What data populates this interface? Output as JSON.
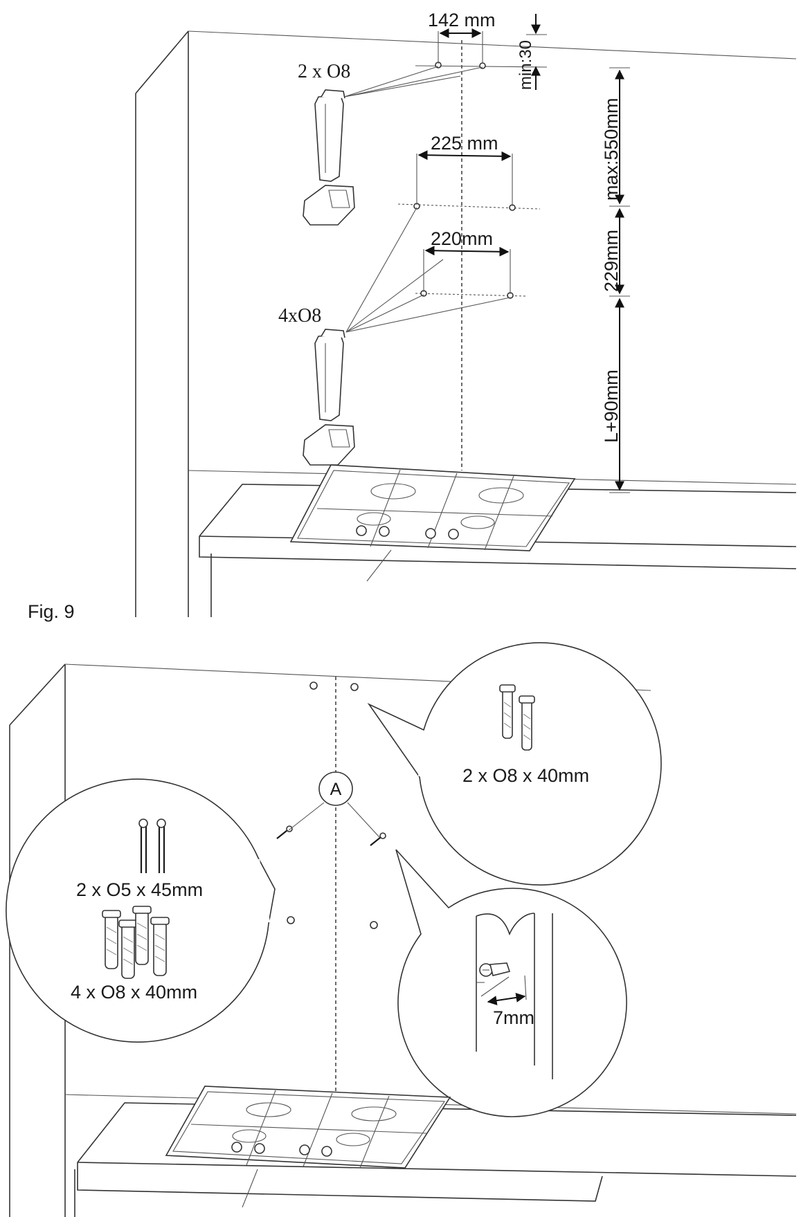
{
  "figure_label": "Fig. 9",
  "top": {
    "dim_142": "142 mm",
    "dim_min30": "min:30",
    "holes_2": "2 x O8",
    "dim_225": "225 mm",
    "dim_max550": "max:550mm",
    "dim_220": "220mm",
    "dim_229": "229mm",
    "holes_4": "4xO8",
    "dim_L90": "L+90mm"
  },
  "bottom": {
    "callout_letter": "A",
    "plugs_top": "2 x O8 x 40mm",
    "screws": "2 x O5 x 45mm",
    "plugs_left": "4 x O8 x 40mm",
    "gap": "7mm"
  }
}
